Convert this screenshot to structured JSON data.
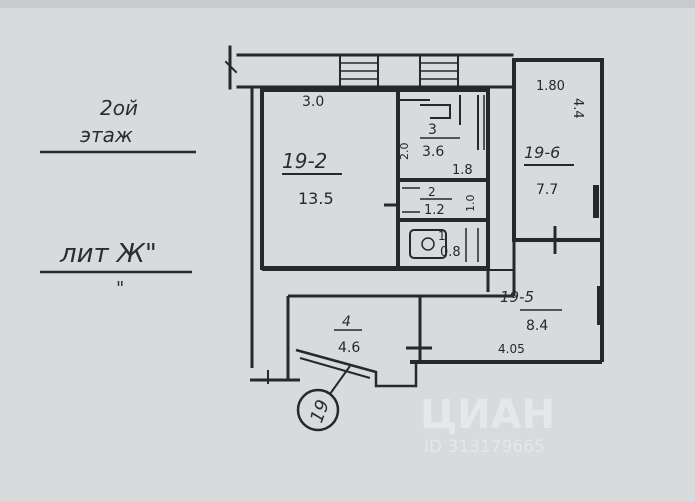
{
  "notes": {
    "floor_line1": "2ой",
    "floor_line2": "этаж",
    "liter": "лит Ж\"",
    "ditto": "\""
  },
  "rooms": {
    "r19_2": {
      "number": "19-2",
      "area": "13.5",
      "dim": "3.0"
    },
    "r3": {
      "number": "3",
      "area": "3.6",
      "dim": "1.8",
      "side": "2.0"
    },
    "r2": {
      "number": "2",
      "area": "1.2",
      "side": "1.0"
    },
    "r1": {
      "number": "1",
      "area": "0.8"
    },
    "r19_6": {
      "number": "19-6",
      "area": "7.7",
      "dim": "1.80",
      "side": "4.4"
    },
    "r4": {
      "number": "4",
      "area": "4.6"
    },
    "r19_5": {
      "number": "19-5",
      "area": "8.4",
      "dim": "4.05"
    }
  },
  "stamp": {
    "text": "19"
  },
  "watermark": {
    "line1": "ЦИАН",
    "line2": "ID 313179665"
  },
  "colors": {
    "paper": "#d9dadc",
    "ink": "#26282d"
  }
}
